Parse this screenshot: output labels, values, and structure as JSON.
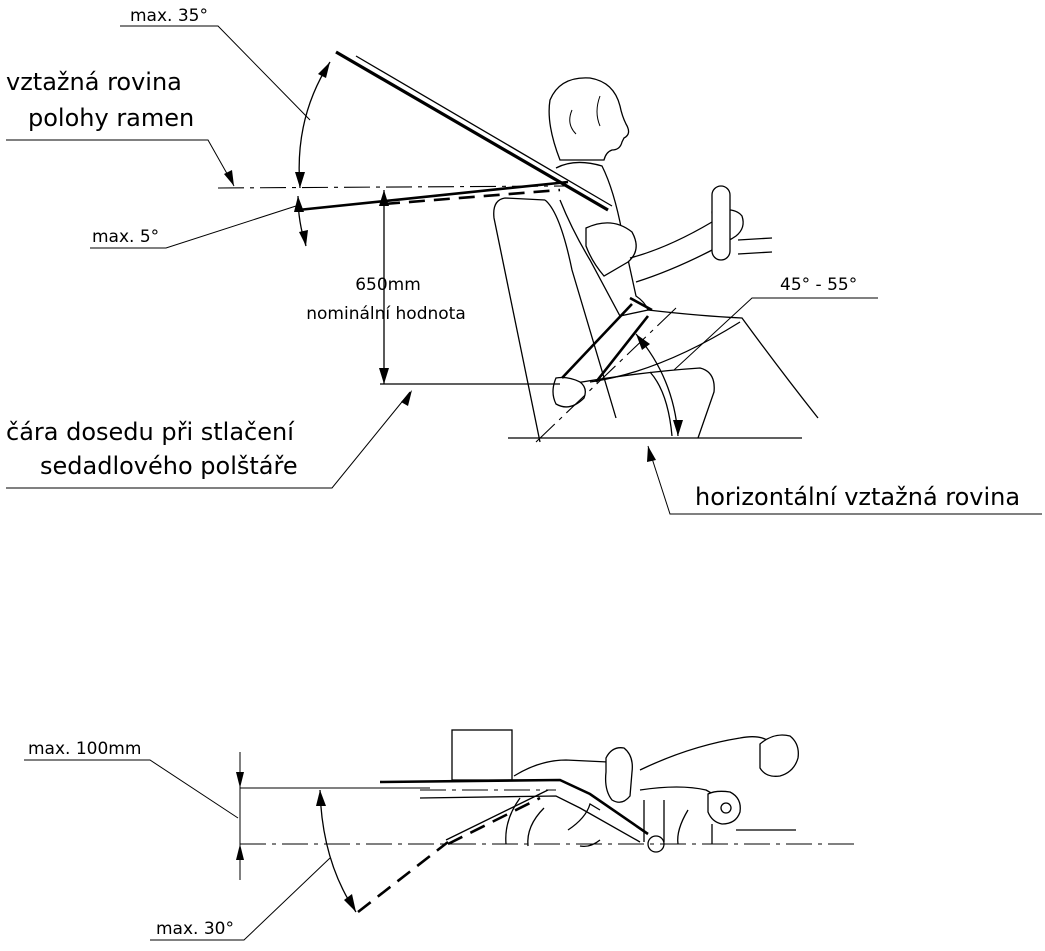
{
  "top_diagram": {
    "angle_max_back": "max. 35°",
    "shoulder_plane_line1": "vztažná rovina",
    "shoulder_plane_line2": "polohy ramen",
    "angle_max_shoulder": "max. 5°",
    "height_value": "650mm",
    "height_note": "nominální hodnota",
    "lap_angle_range": "45° - 55°",
    "seat_line_line1": "čára dosedu při stlačení",
    "seat_line_line2": "sedadlového polštáře",
    "horizontal_plane": "horizontální vztažná rovina"
  },
  "bottom_diagram": {
    "max_height": "max. 100mm",
    "max_angle": "max. 30°"
  }
}
